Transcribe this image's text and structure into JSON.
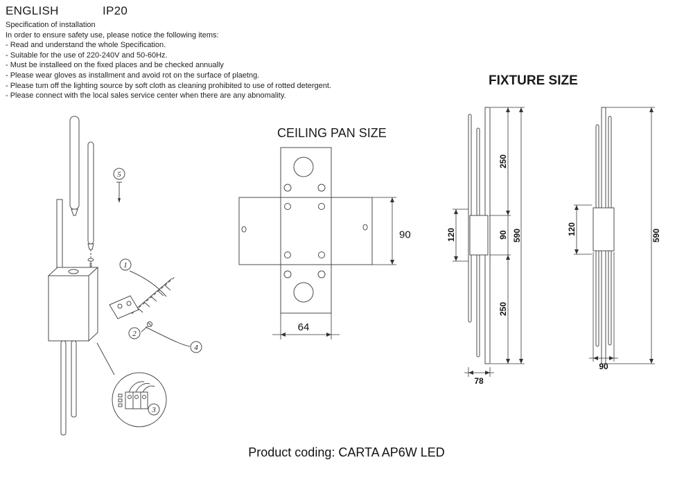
{
  "page": {
    "language": "ENGLISH",
    "ip_rating": "IP20",
    "product_coding": "Product coding: CARTA AP6W LED"
  },
  "spec": {
    "title": "Specification of installation",
    "intro": "In order to ensure safety use, please notice the following items:",
    "items": [
      "- Read and understand the whole Specification.",
      "- Suitable for the use of 220-240V and 50-60Hz.",
      "- Must be installeed on the fixed places and be checked annually",
      "- Please wear gloves as installment and avoid rot on the surface of plaetng.",
      "- Please tum off the lighting source by soft cloth as cleaning prohibited to use of rotted detergent.",
      "- Please connect with the local sales service center when there are any abnomality."
    ]
  },
  "installation_diagram": {
    "callouts": [
      "5",
      "1",
      "2",
      "4",
      "3"
    ]
  },
  "ceiling_pan": {
    "title": "CEILING PAN SIZE",
    "dimensions": {
      "width": "64",
      "height": "90"
    }
  },
  "fixture_size": {
    "title": "FIXTURE SIZE",
    "side_view": {
      "top_segment": "250",
      "middle_segment": "90",
      "bottom_segment": "250",
      "overall_height": "590",
      "bracket_height": "120",
      "depth": "78"
    },
    "front_view": {
      "bracket_height": "120",
      "overall_height": "590",
      "width": "90"
    }
  }
}
